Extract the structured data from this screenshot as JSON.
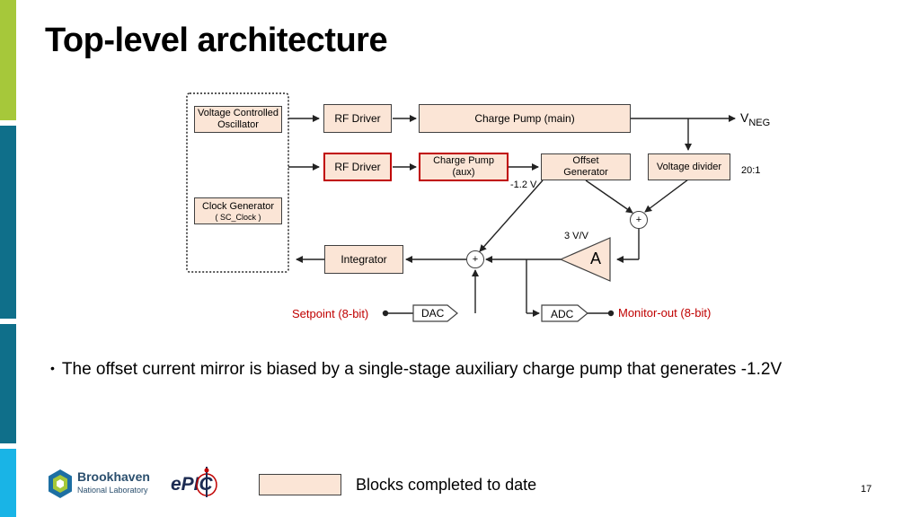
{
  "slide": {
    "title": "Top-level architecture",
    "bullet": "The offset current mirror is biased by a single-stage auxiliary charge pump that generates -1.2V",
    "legend_text": "Blocks completed to date",
    "page_number": "17",
    "completed_color": "#fbe5d6",
    "highlight_color": "#c00000"
  },
  "diagram": {
    "vco": "Voltage Controlled Oscillator",
    "clock_gen_title": "Clock Generator",
    "clock_gen_sub": "( SC_Clock )",
    "rf_driver_1": "RF Driver",
    "rf_driver_2": "RF Driver",
    "charge_pump_main": "Charge Pump (main)",
    "charge_pump_aux": "Charge Pump (aux)",
    "offset_generator": "Offset Generator",
    "voltage_divider": "Voltage divider",
    "integrator": "Integrator",
    "vneg_main": "V",
    "vneg_sub": "NEG",
    "ratio": "20:1",
    "minus_1_2v": "-1.2 V",
    "gain": "3 V/V",
    "amp": "A",
    "plus": "+",
    "dac": "DAC",
    "adc": "ADC",
    "setpoint": "Setpoint (8-bit)",
    "monitor": "Monitor-out (8-bit)"
  },
  "logos": {
    "brookhaven_line1": "Brookhaven",
    "brookhaven_line2": "National Laboratory",
    "epic": "ePIC"
  }
}
